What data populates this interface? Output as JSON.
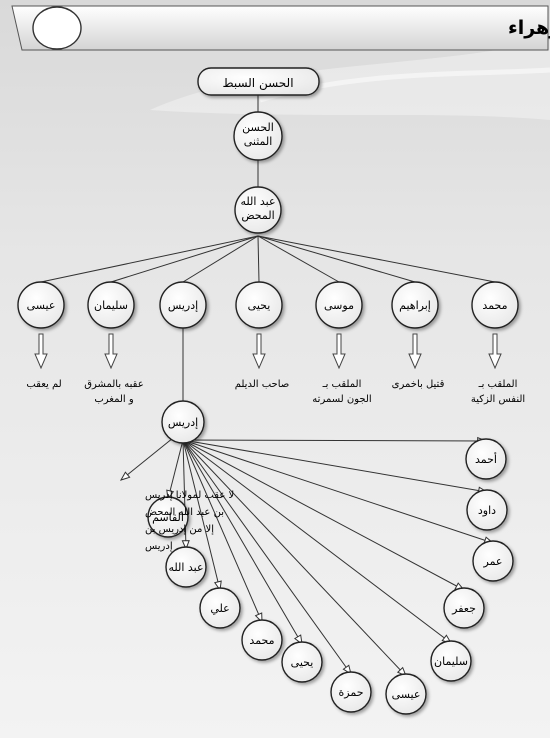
{
  "header": {
    "title": "فتح رب السماء في تشجير مطالع الزهراء"
  },
  "tree": {
    "root": "الحسن السبط",
    "level1": [
      "الحسن",
      "المثنى"
    ],
    "level2": [
      "عبد الله",
      "المحض"
    ],
    "sons": [
      {
        "name": "محمد",
        "note": [
          "الملقب بـ",
          "النفس الزكية"
        ]
      },
      {
        "name": "إبراهيم",
        "note": [
          "قتيل باخمرى"
        ]
      },
      {
        "name": "موسى",
        "note": [
          "الملقب بـ",
          "الجون لسمرته"
        ]
      },
      {
        "name": "يحيى",
        "note": [
          "صاحب الديلم"
        ]
      },
      {
        "name": "إدريس",
        "note": []
      },
      {
        "name": "سليمان",
        "note": [
          "عقبه بالمشرق",
          "و المغرب"
        ]
      },
      {
        "name": "عيسى",
        "note": [
          "لم يعقب"
        ]
      }
    ],
    "idris2": "إدريس",
    "idris_note": [
      "لا عقب لمولانا إدريس",
      "بن عبد الله المحض",
      "إلا من إدريس بن",
      "إدريس"
    ],
    "grandsons": [
      "أحمد",
      "داود",
      "عمر",
      "جعفر",
      "سليمان",
      "عيسى",
      "حمزة",
      "يحيى",
      "محمد",
      "علي",
      "عبد الله",
      "القاسم"
    ]
  }
}
